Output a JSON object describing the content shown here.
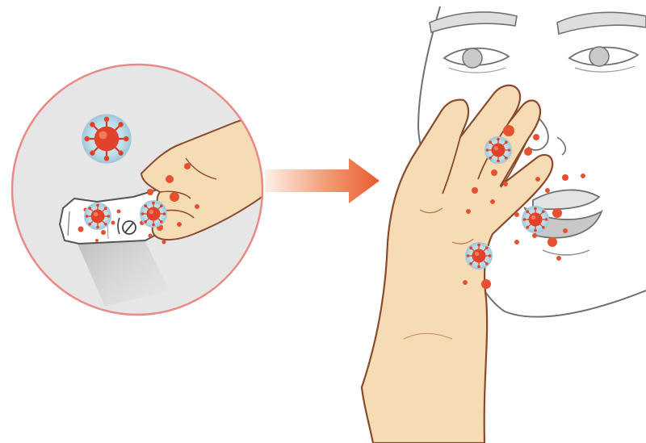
{
  "illustration": {
    "colors": {
      "background": "#ffffff",
      "circle_border": "#e88a86",
      "circle_fill": "#e6e6e6",
      "skin": "#f6dcb5",
      "skin_outline": "#8a4a2c",
      "line_art": "#707070",
      "virus_red": "#e0422a",
      "virus_halo": "#b9dbe8",
      "droplet": "#e8512f",
      "arrow_start": "#fbe3d3",
      "arrow_end": "#e85a2c"
    },
    "icons": {
      "inset": "magnified-circle",
      "pathogen": "virus-icon",
      "transfer": "arrow-right-icon",
      "object": "crumpled-receipt",
      "subject": "face-with-hand"
    }
  }
}
